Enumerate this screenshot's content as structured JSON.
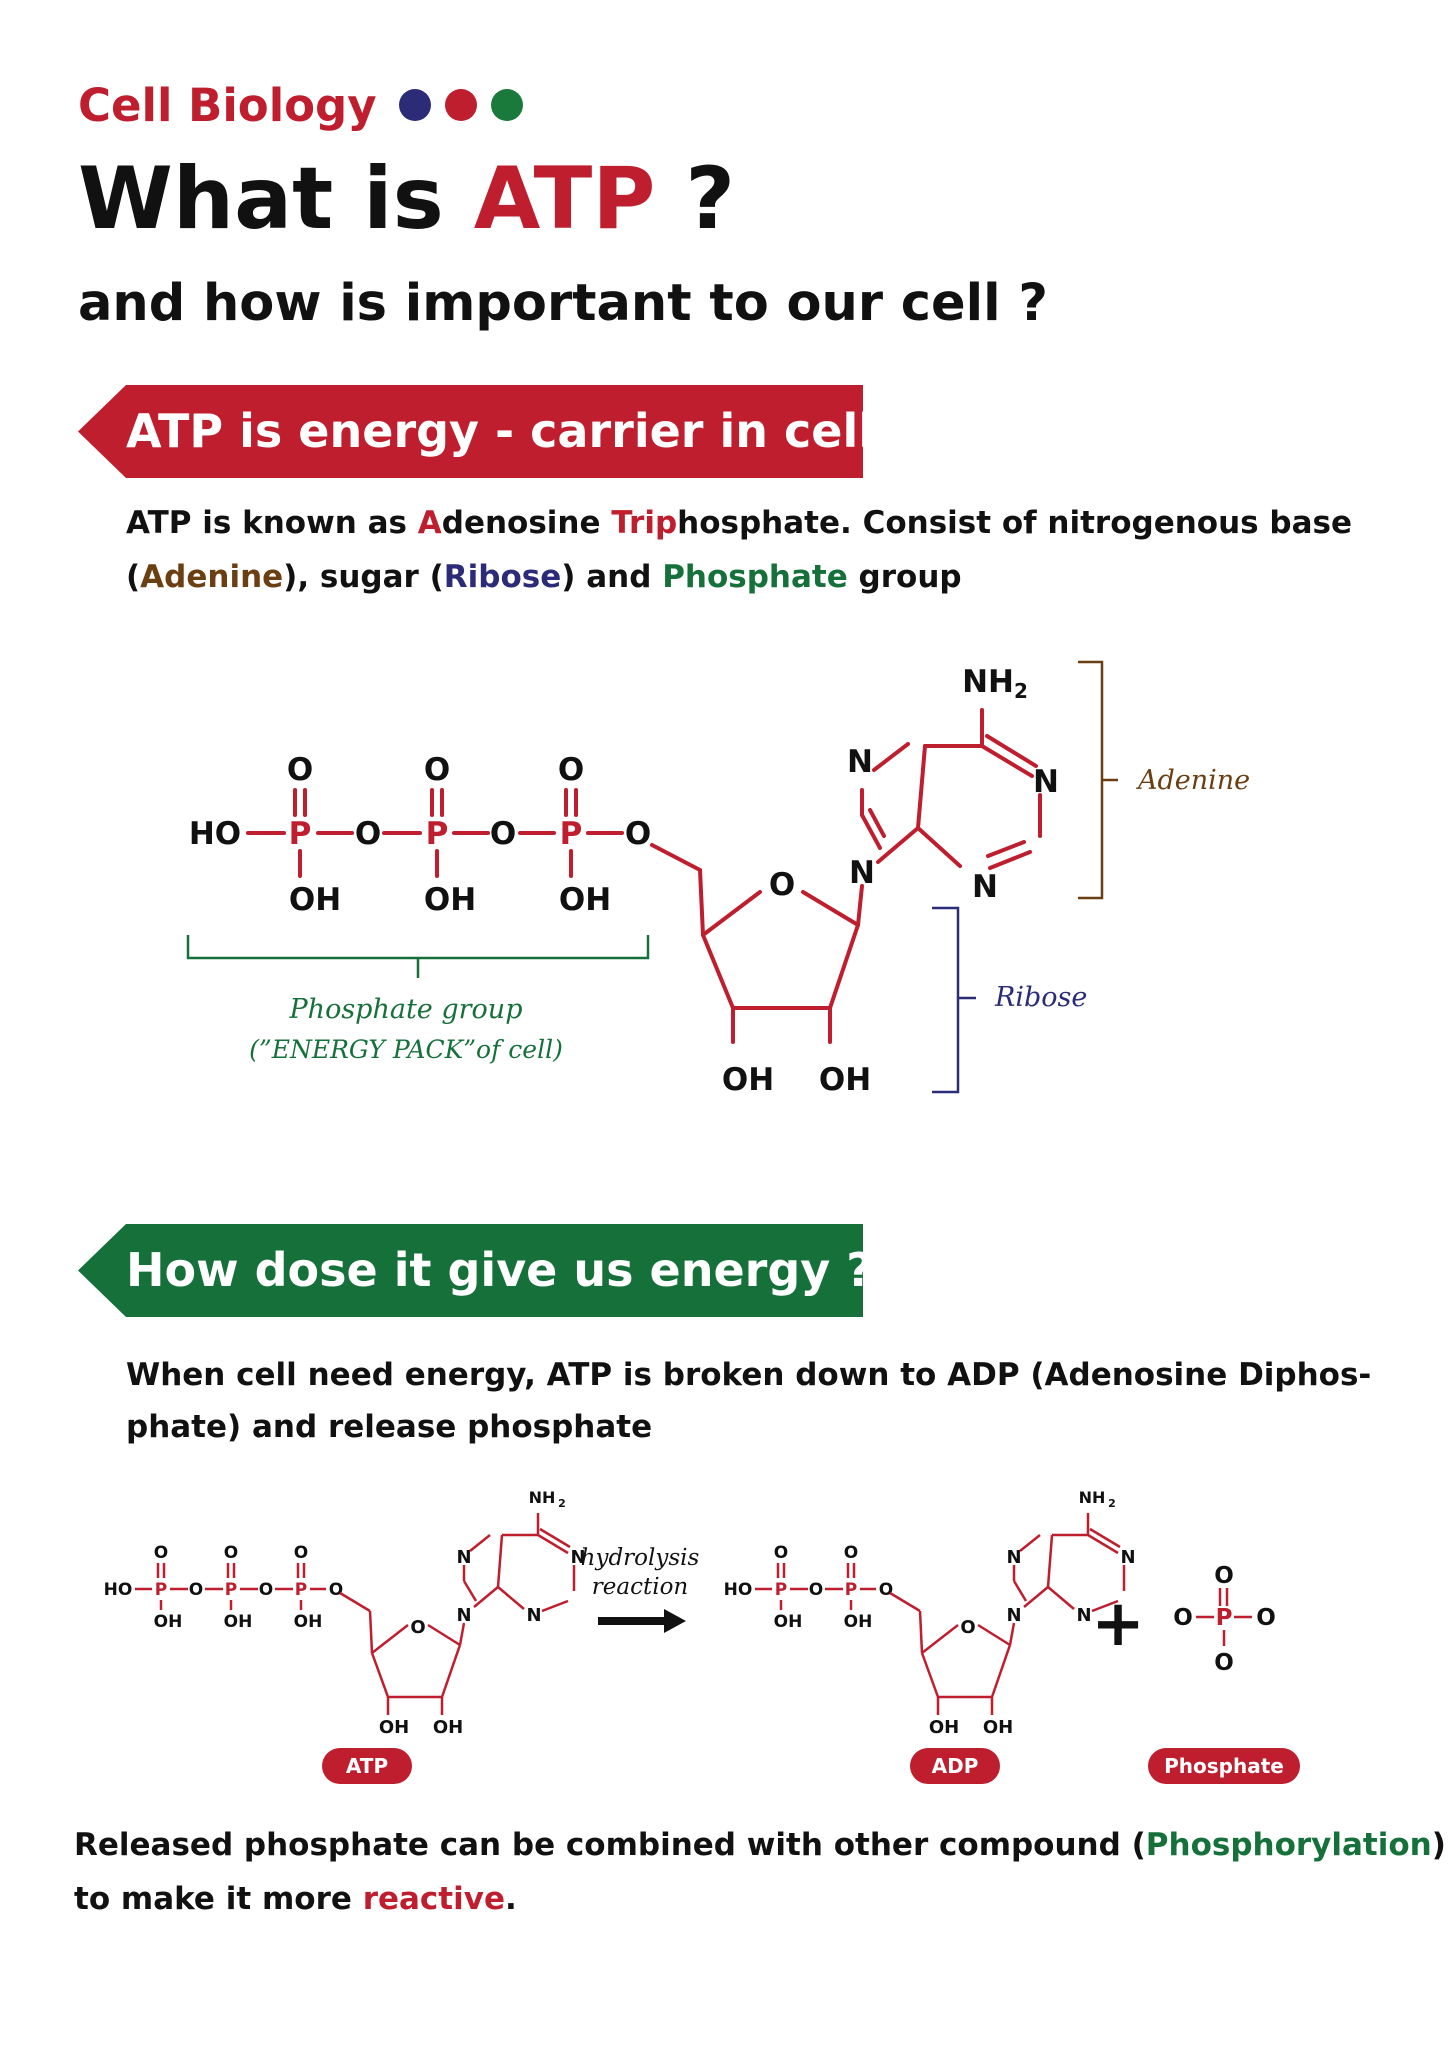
{
  "header": {
    "kicker": "Cell Biology",
    "title_prefix": "What is ",
    "title_accent": "ATP",
    "title_suffix": " ?",
    "subtitle": "and how is important to our cell ?",
    "dot_colors": [
      "#2b2b78",
      "#be1e2d",
      "#1a7a3c"
    ]
  },
  "colors": {
    "red": "#be1e2d",
    "green": "#15703a",
    "navy": "#2b2b78",
    "brown": "#6b3f12",
    "ink": "#111111"
  },
  "section1": {
    "banner": "ATP is energy - carrier in cell",
    "p1": {
      "t1": "ATP is known as ",
      "a": "A",
      "t2": "denosine ",
      "tri": "Tri",
      "p": "p",
      "t3": "hosphate. Consist of nitrogenous base"
    },
    "p2": {
      "o1": "(",
      "adenine": "Adenine",
      "t1": "), sugar (",
      "ribose": "Ribose",
      "t2": ") and ",
      "phosphate": "Phosphate",
      "t3": " group"
    }
  },
  "atp_structure": {
    "oxygen": "O",
    "phosphorus": "P",
    "nitrogen": "N",
    "ho": "HO",
    "oh": "OH",
    "nh2": "NH",
    "nh2_sub": "2",
    "adenine_label": "Adenine",
    "ribose_label": "Ribose",
    "phosphate_label": "Phosphate group",
    "phosphate_note": "(”ENERGY PACK”of cell)"
  },
  "section2": {
    "banner": "How dose it give us energy ?",
    "p1": "When cell need energy, ATP is broken down to ADP (Adenosine Diphos-",
    "p2": "phate) and release phosphate"
  },
  "reaction": {
    "arrow_line1": "hydrolysis",
    "arrow_line2": "reaction",
    "plus": "+",
    "badges": [
      "ATP",
      "ADP",
      "Phosphate"
    ]
  },
  "footer": {
    "l1a": "Released phosphate can be combined with other compound (",
    "l1b": "Phosphorylation",
    "l1c": ")",
    "l2a": "to make it more ",
    "l2b": "reactive",
    "l2c": "."
  }
}
